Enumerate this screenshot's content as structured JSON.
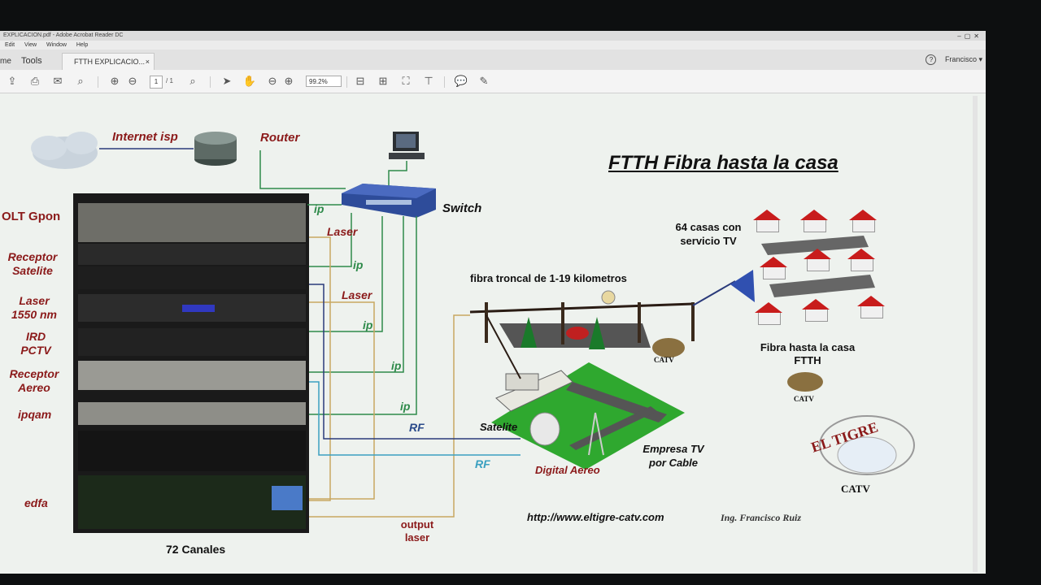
{
  "window": {
    "title": "EXPLICACION.pdf - Adobe Acrobat Reader DC",
    "menus": [
      "Edit",
      "View",
      "Window",
      "Help"
    ]
  },
  "tabs": {
    "home": "me",
    "tools": "Tools",
    "document": "FTTH EXPLICACIO...",
    "close": "×"
  },
  "user": {
    "help": "?",
    "name": "Francisco",
    "chevron": "▾"
  },
  "toolbar": {
    "page_current": "1",
    "page_total": "/ 1",
    "zoom": "99.2%"
  },
  "diagram": {
    "title": "FTTH Fibra hasta la casa",
    "internet": "Internet isp",
    "router": "Router",
    "switch": "Switch",
    "rack_labels": [
      "OLT Gpon",
      "Receptor\nSatelite",
      "Laser\n1550 nm",
      "IRD\nPCTV",
      "Receptor\nAereo",
      "ipqam",
      "edfa"
    ],
    "rack_caption": "72 Canales",
    "ip_labels": [
      "ip",
      "ip",
      "ip",
      "ip",
      "ip"
    ],
    "laser_labels": [
      "Laser",
      "Laser"
    ],
    "rf_labels": [
      "RF",
      "RF"
    ],
    "output_laser": "output\nlaser",
    "satelite": "Satelite",
    "digital_aereo": "Digital Aereo",
    "empresa": "Empresa TV\npor Cable",
    "fibra_troncal": "fibra troncal de 1-19 kilometros",
    "casas": "64 casas con\nservicio TV",
    "fibra_casa": "Fibra hasta la casa\nFTTH",
    "url": "http://www.eltigre-catv.com",
    "author": "Ing. Francisco Ruiz",
    "logo_name": "EL TIGRE",
    "logo_sub": "CATV"
  },
  "colors": {
    "green_line": "#2e8a4a",
    "blue_line": "#2a3a7a",
    "tan_line": "#c8a860",
    "cyan_line": "#3aa0c0",
    "house_roof": "#c81c1c",
    "field_green": "#2fa82f",
    "switch_blue": "#2e4c9a"
  }
}
